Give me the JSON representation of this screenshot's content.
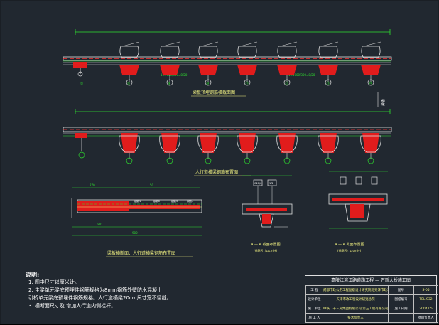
{
  "drawing": {
    "plan_top": {
      "label": "梁板预埋钢筋横截面图",
      "dims": [
        "3",
        "1=1000/300=8/20",
        "1=1000/300=8/20"
      ]
    },
    "plan_bottom": {
      "label": "人行道横梁钢筋布置图"
    },
    "axis_labels": [
      "⑨",
      "⑨",
      "⑨",
      "⑩",
      "⑪",
      "⑫",
      "⑬",
      "⑭"
    ],
    "side_note": "梁板",
    "section_main": {
      "title": "梁板横断面、人行道横梁钢筋布置图",
      "dims_top": [
        "270",
        "50"
      ],
      "dims_bottom": [
        "600",
        "900"
      ],
      "tags": [
        "钢筋1",
        "钢筋2",
        "钢筋3",
        "钢筋4"
      ]
    },
    "section_a": {
      "title": "A — A 截面布置图",
      "sub": "(钢筋尺寸以cm计)",
      "labels": [
        "C20/6",
        "1/2"
      ]
    },
    "section_b": {
      "title": "A — A 截面布置图",
      "sub": "(钢筋尺寸以cm计)"
    }
  },
  "notes": {
    "heading": "说明:",
    "items": [
      "1. 图中尺寸以厘米计。",
      "2. 主梁单元梁底预埋件钢筋规格为8mm钢筋外壁防水混凝土",
      "   引桥单元梁底预埋件钢筋规格。人行道横梁20cm尺寸宽不留缝。",
      "3. 横断面尺寸及 增加人行道内侧栏杆。"
    ]
  },
  "title_block": {
    "project": "嘉陵江滨江路道路工程 — 万新大桥施工图",
    "rows": [
      [
        "工 程",
        "成都市政公用工程勘察设计研究院与天津市政工程设计研究总院",
        "图号",
        "S-05"
      ],
      [
        "设计单位",
        "天津市政工程设计研究总院",
        "图纸编号",
        "TEL-S32"
      ],
      [
        "施工单位",
        "中铁二十三局集团有限公司 第五工程有限公司",
        "施工日期",
        "2004.05"
      ],
      [
        "施 工 人",
        "技术负责人",
        "",
        "项目负责人"
      ]
    ]
  }
}
